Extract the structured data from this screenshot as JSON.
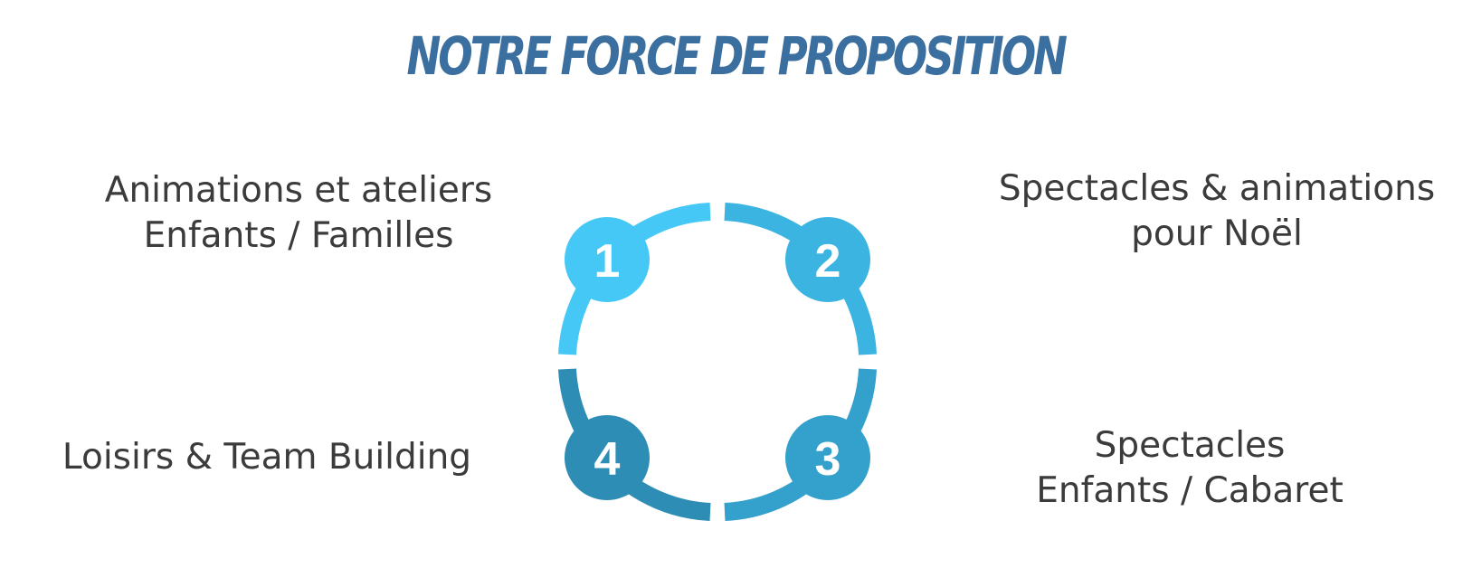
{
  "title": "NOTRE FORCE DE PROPOSITION",
  "steps": [
    {
      "number": "1",
      "lines": [
        "Animations et ateliers",
        "Enfants / Familles"
      ],
      "color": "#45c8f5"
    },
    {
      "number": "2",
      "lines": [
        "Spectacles & animations",
        "pour Noël"
      ],
      "color": "#3cb4e2"
    },
    {
      "number": "3",
      "lines": [
        "Spectacles",
        "Enfants / Cabaret"
      ],
      "color": "#34a1cc"
    },
    {
      "number": "4",
      "lines": [
        "Loisirs & Team Building"
      ],
      "color": "#2d8db4"
    }
  ],
  "colors": {
    "title": "#3a6f9f",
    "label_text": "#3b3b3b"
  }
}
